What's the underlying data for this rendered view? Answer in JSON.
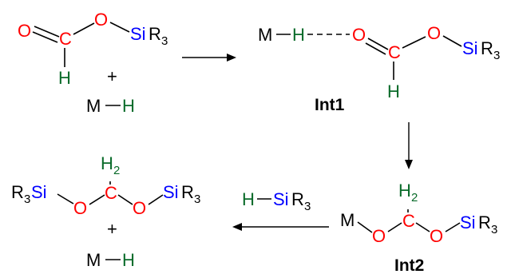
{
  "colors": {
    "oxygen": "#ff0000",
    "carbon": "#ff0000",
    "hydrogen": "#0a6b2a",
    "silicon": "#0000ff",
    "metal": "#000000",
    "bond": "#000000"
  },
  "atoms": {
    "O": "O",
    "C": "C",
    "H": "H",
    "Si": "Si",
    "R": "R",
    "M": "M",
    "sub3": "3",
    "sub2": "2",
    "plus": "+"
  },
  "labels": {
    "int1": "Int1",
    "int2": "Int2"
  }
}
